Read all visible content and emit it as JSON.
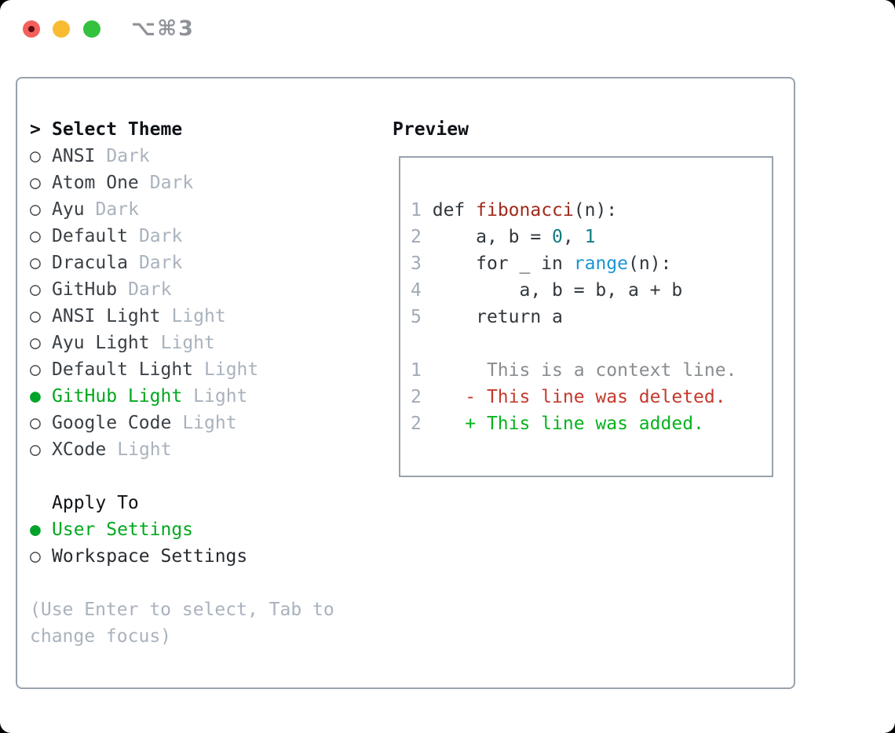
{
  "titlebar": {
    "title": "⌥⌘3",
    "buttons": [
      "close",
      "minimize",
      "zoom"
    ]
  },
  "glyphs": {
    "prompt": ">",
    "radio_on": "●",
    "radio_off": "○"
  },
  "theme_list": {
    "title": "Select Theme",
    "items": [
      {
        "name": "ANSI",
        "variant": "Dark",
        "selected": false
      },
      {
        "name": "Atom One",
        "variant": "Dark",
        "selected": false
      },
      {
        "name": "Ayu",
        "variant": "Dark",
        "selected": false
      },
      {
        "name": "Default",
        "variant": "Dark",
        "selected": false
      },
      {
        "name": "Dracula",
        "variant": "Dark",
        "selected": false
      },
      {
        "name": "GitHub",
        "variant": "Dark",
        "selected": false
      },
      {
        "name": "ANSI Light",
        "variant": "Light",
        "selected": false
      },
      {
        "name": "Ayu Light",
        "variant": "Light",
        "selected": false
      },
      {
        "name": "Default Light",
        "variant": "Light",
        "selected": false
      },
      {
        "name": "GitHub Light",
        "variant": "Light",
        "selected": true
      },
      {
        "name": "Google Code",
        "variant": "Light",
        "selected": false
      },
      {
        "name": "XCode",
        "variant": "Light",
        "selected": false
      }
    ]
  },
  "apply_to": {
    "title": "Apply To",
    "options": [
      {
        "label": "User Settings",
        "selected": true
      },
      {
        "label": "Workspace Settings",
        "selected": false
      }
    ]
  },
  "hint": {
    "line1": "(Use Enter to select, Tab to",
    "line2": "change focus)"
  },
  "preview": {
    "title": "Preview",
    "lines": [
      {
        "number": "1",
        "tokens": [
          {
            "text": " ",
            "c": "plain"
          },
          {
            "text": "def",
            "c": "keyword"
          },
          {
            "text": " ",
            "c": "plain"
          },
          {
            "text": "fibonacci",
            "c": "title"
          },
          {
            "text": "(n):",
            "c": "plain"
          }
        ]
      },
      {
        "number": "2",
        "tokens": [
          {
            "text": "     a, b = ",
            "c": "plain"
          },
          {
            "text": "0",
            "c": "num"
          },
          {
            "text": ", ",
            "c": "plain"
          },
          {
            "text": "1",
            "c": "num"
          }
        ]
      },
      {
        "number": "3",
        "tokens": [
          {
            "text": "     ",
            "c": "plain"
          },
          {
            "text": "for",
            "c": "keyword"
          },
          {
            "text": " _ ",
            "c": "plain"
          },
          {
            "text": "in",
            "c": "keyword"
          },
          {
            "text": " ",
            "c": "plain"
          },
          {
            "text": "range",
            "c": "builtin"
          },
          {
            "text": "(n):",
            "c": "plain"
          }
        ]
      },
      {
        "number": "4",
        "tokens": [
          {
            "text": "         a, b = b, a + b",
            "c": "plain"
          }
        ]
      },
      {
        "number": "5",
        "tokens": [
          {
            "text": "     ",
            "c": "plain"
          },
          {
            "text": "return",
            "c": "keyword"
          },
          {
            "text": " a",
            "c": "plain"
          }
        ]
      },
      {
        "number": "",
        "tokens": []
      },
      {
        "number": "1",
        "tokens": [
          {
            "text": "      This is a context line.",
            "c": "context"
          }
        ]
      },
      {
        "number": "2",
        "tokens": [
          {
            "text": "    - This line was deleted.",
            "c": "deleted"
          }
        ]
      },
      {
        "number": "2",
        "tokens": [
          {
            "text": "    + This line was added.",
            "c": "added"
          }
        ]
      }
    ]
  },
  "colors": {
    "accent_green": "#00a81e",
    "bullet_green": "#00a32a",
    "added_green": "#06b31d",
    "deleted_red": "#c43a2c",
    "context_gray": "#898d90",
    "title_red": "#a12a1b",
    "number_teal": "#0e7d82",
    "builtin_blue": "#1b95d1",
    "code_text": "#31373d",
    "item_text": "#3a4046",
    "apply_text": "#272c31",
    "heading": "#0f1317",
    "muted": "#a9b2bd",
    "line_number": "#a0aab6",
    "border": "#99a2ae",
    "titlebar_text": "#8f9297",
    "light_red": "#f4605c",
    "light_red_dot": "#5c0a10",
    "light_yellow": "#f8bb32",
    "light_green": "#33c13e"
  }
}
